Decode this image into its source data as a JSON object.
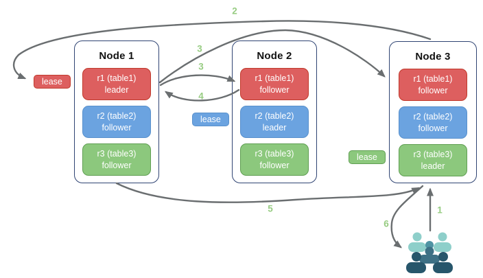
{
  "diagram": {
    "nodes": [
      {
        "title": "Node 1",
        "replicas": [
          {
            "name": "r1 (table1)",
            "role": "leader",
            "color": "red"
          },
          {
            "name": "r2 (table2)",
            "role": "follower",
            "color": "blue"
          },
          {
            "name": "r3 (table3)",
            "role": "follower",
            "color": "green"
          }
        ]
      },
      {
        "title": "Node 2",
        "replicas": [
          {
            "name": "r1 (table1)",
            "role": "follower",
            "color": "red"
          },
          {
            "name": "r2 (table2)",
            "role": "leader",
            "color": "blue"
          },
          {
            "name": "r3 (table3)",
            "role": "follower",
            "color": "green"
          }
        ]
      },
      {
        "title": "Node 3",
        "replicas": [
          {
            "name": "r1 (table1)",
            "role": "follower",
            "color": "red"
          },
          {
            "name": "r2 (table2)",
            "role": "follower",
            "color": "blue"
          },
          {
            "name": "r3 (table3)",
            "role": "leader",
            "color": "green"
          }
        ]
      }
    ],
    "leases": {
      "red": {
        "label": "lease"
      },
      "blue": {
        "label": "lease"
      },
      "green": {
        "label": "lease"
      }
    },
    "steps": {
      "s1": "1",
      "s2": "2",
      "s3a": "3",
      "s3b": "3",
      "s4": "4",
      "s5": "5",
      "s6": "6"
    },
    "icons": {
      "users": "users-icon"
    },
    "colors": {
      "replica_red": "#dd5f5f",
      "replica_red_border": "#c0392b",
      "replica_blue": "#6ba3e0",
      "replica_blue_border": "#5890cc",
      "replica_green": "#8cc87d",
      "replica_green_border": "#5f9e52",
      "node_border": "#2e4372",
      "arrow_gray": "#6a6e70",
      "step_number_green": "#97cc82",
      "users_light": "#8ecfca",
      "users_medium": "#4f93a3",
      "users_dark": "#27566b"
    }
  }
}
